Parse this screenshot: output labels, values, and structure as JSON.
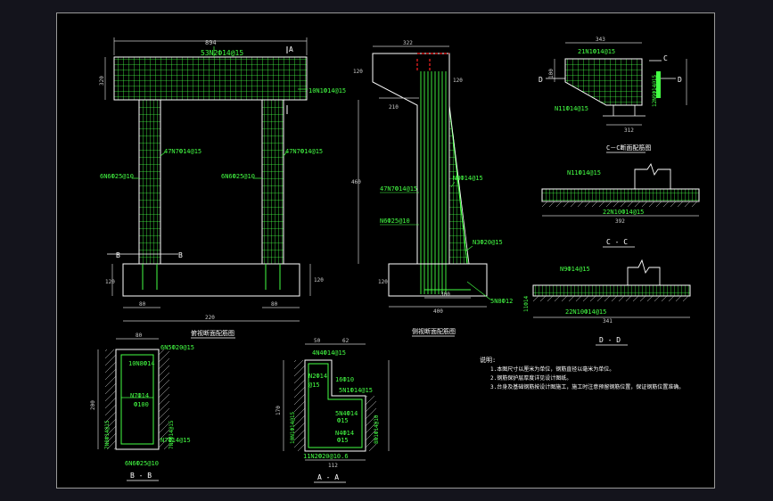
{
  "colors": {
    "structure": "#ffffff",
    "rebar": "#44ff44",
    "dimension": "#cccccc",
    "label": "#44ff44",
    "title": "#ffffff",
    "frame": "#9a9a9a",
    "background": "#000000",
    "section_marker": "#ff2222"
  },
  "front": {
    "top_width": "894",
    "beam_height": "320",
    "right_dim": "120",
    "bottom_width": "220",
    "pier_left_width": "80",
    "pier_right_width": "80",
    "base_h": "120",
    "beam_label": "53N2Ф14@15",
    "right_label": "10N1Ф14@15",
    "left_vert_label": "47N7Ф14@15",
    "right_vert_label": "47N7Ф14@15",
    "left_stirrup": "6N6Ф25@10",
    "right_stirrup": "6N6Ф25@10",
    "mark_B1": "B",
    "mark_B2": "B",
    "mark_A": "A",
    "caption": "俯视断面配筋图"
  },
  "side": {
    "top_width": "322",
    "top_left": "120",
    "top_right": "120",
    "ledge": "210",
    "height": "460",
    "label_n7": "47N7Ф14@15",
    "label_n8": "N8Ф14@15",
    "label_n6": "N6Ф25@10",
    "label_n3": "N3Ф20@15",
    "label_n5": "5N8Ф12",
    "base_w": "300",
    "bottom_w": "400",
    "base_h": "120",
    "caption": "侧视断面配筋图"
  },
  "detail_top": {
    "width": "343",
    "label1": "21N1Ф14@15",
    "label2": "N11Ф14@15",
    "label3": "12N9Ф14@15",
    "height": "100",
    "mark_C": "C",
    "mark_D1": "D",
    "mark_D2": "D",
    "bottom": "312"
  },
  "c_section": {
    "title_small": "C－C断面配筋图",
    "label1": "N11Ф14@15",
    "label2": "22N10Ф14@15",
    "width": "392"
  },
  "c_c": {
    "title": "C - C",
    "label1": "N9Ф14@15",
    "label2": "22N10Ф14@15",
    "width": "341",
    "left": "11Ф14"
  },
  "d_d": {
    "title": "D - D"
  },
  "bb": {
    "top": "80",
    "label1": "6N5Ф20@15",
    "label2": "10N8Ф14",
    "label3": "N7Ф14",
    "label4": "Ф100",
    "left": "7N8Ф14@15",
    "right": "7N8Ф14@15",
    "bottom_label": "N7Ф14@15",
    "label5": "6N6Ф25@10",
    "height": "200",
    "title": "B - B"
  },
  "aa": {
    "top1": "50",
    "top2": "62",
    "label1": "4N4Ф14@15",
    "label2": "N2Ф14",
    "label3": "@15",
    "label4": "16Ф10",
    "label5": "5N1Ф14@15",
    "label6": "5N4Ф14",
    "label7": "Ф15",
    "label8": "N4Ф14",
    "label9": "Ф15",
    "left": "10N1Ф14@15",
    "right": "8N1Ф14@10",
    "bottom_label": "11N2Ф20@10.6",
    "width": "112",
    "height": "170",
    "title": "A - A"
  },
  "notes": {
    "heading": "说明:",
    "lines": [
      "1.本图尺寸以厘米为单位，钢筋直径以毫米为单位。",
      "2.钢筋保护层厚度详见设计图纸。",
      "3.台身及基础钢筋按设计图施工，施工时注意预留钢筋位置，保证钢筋位置准确。"
    ]
  }
}
